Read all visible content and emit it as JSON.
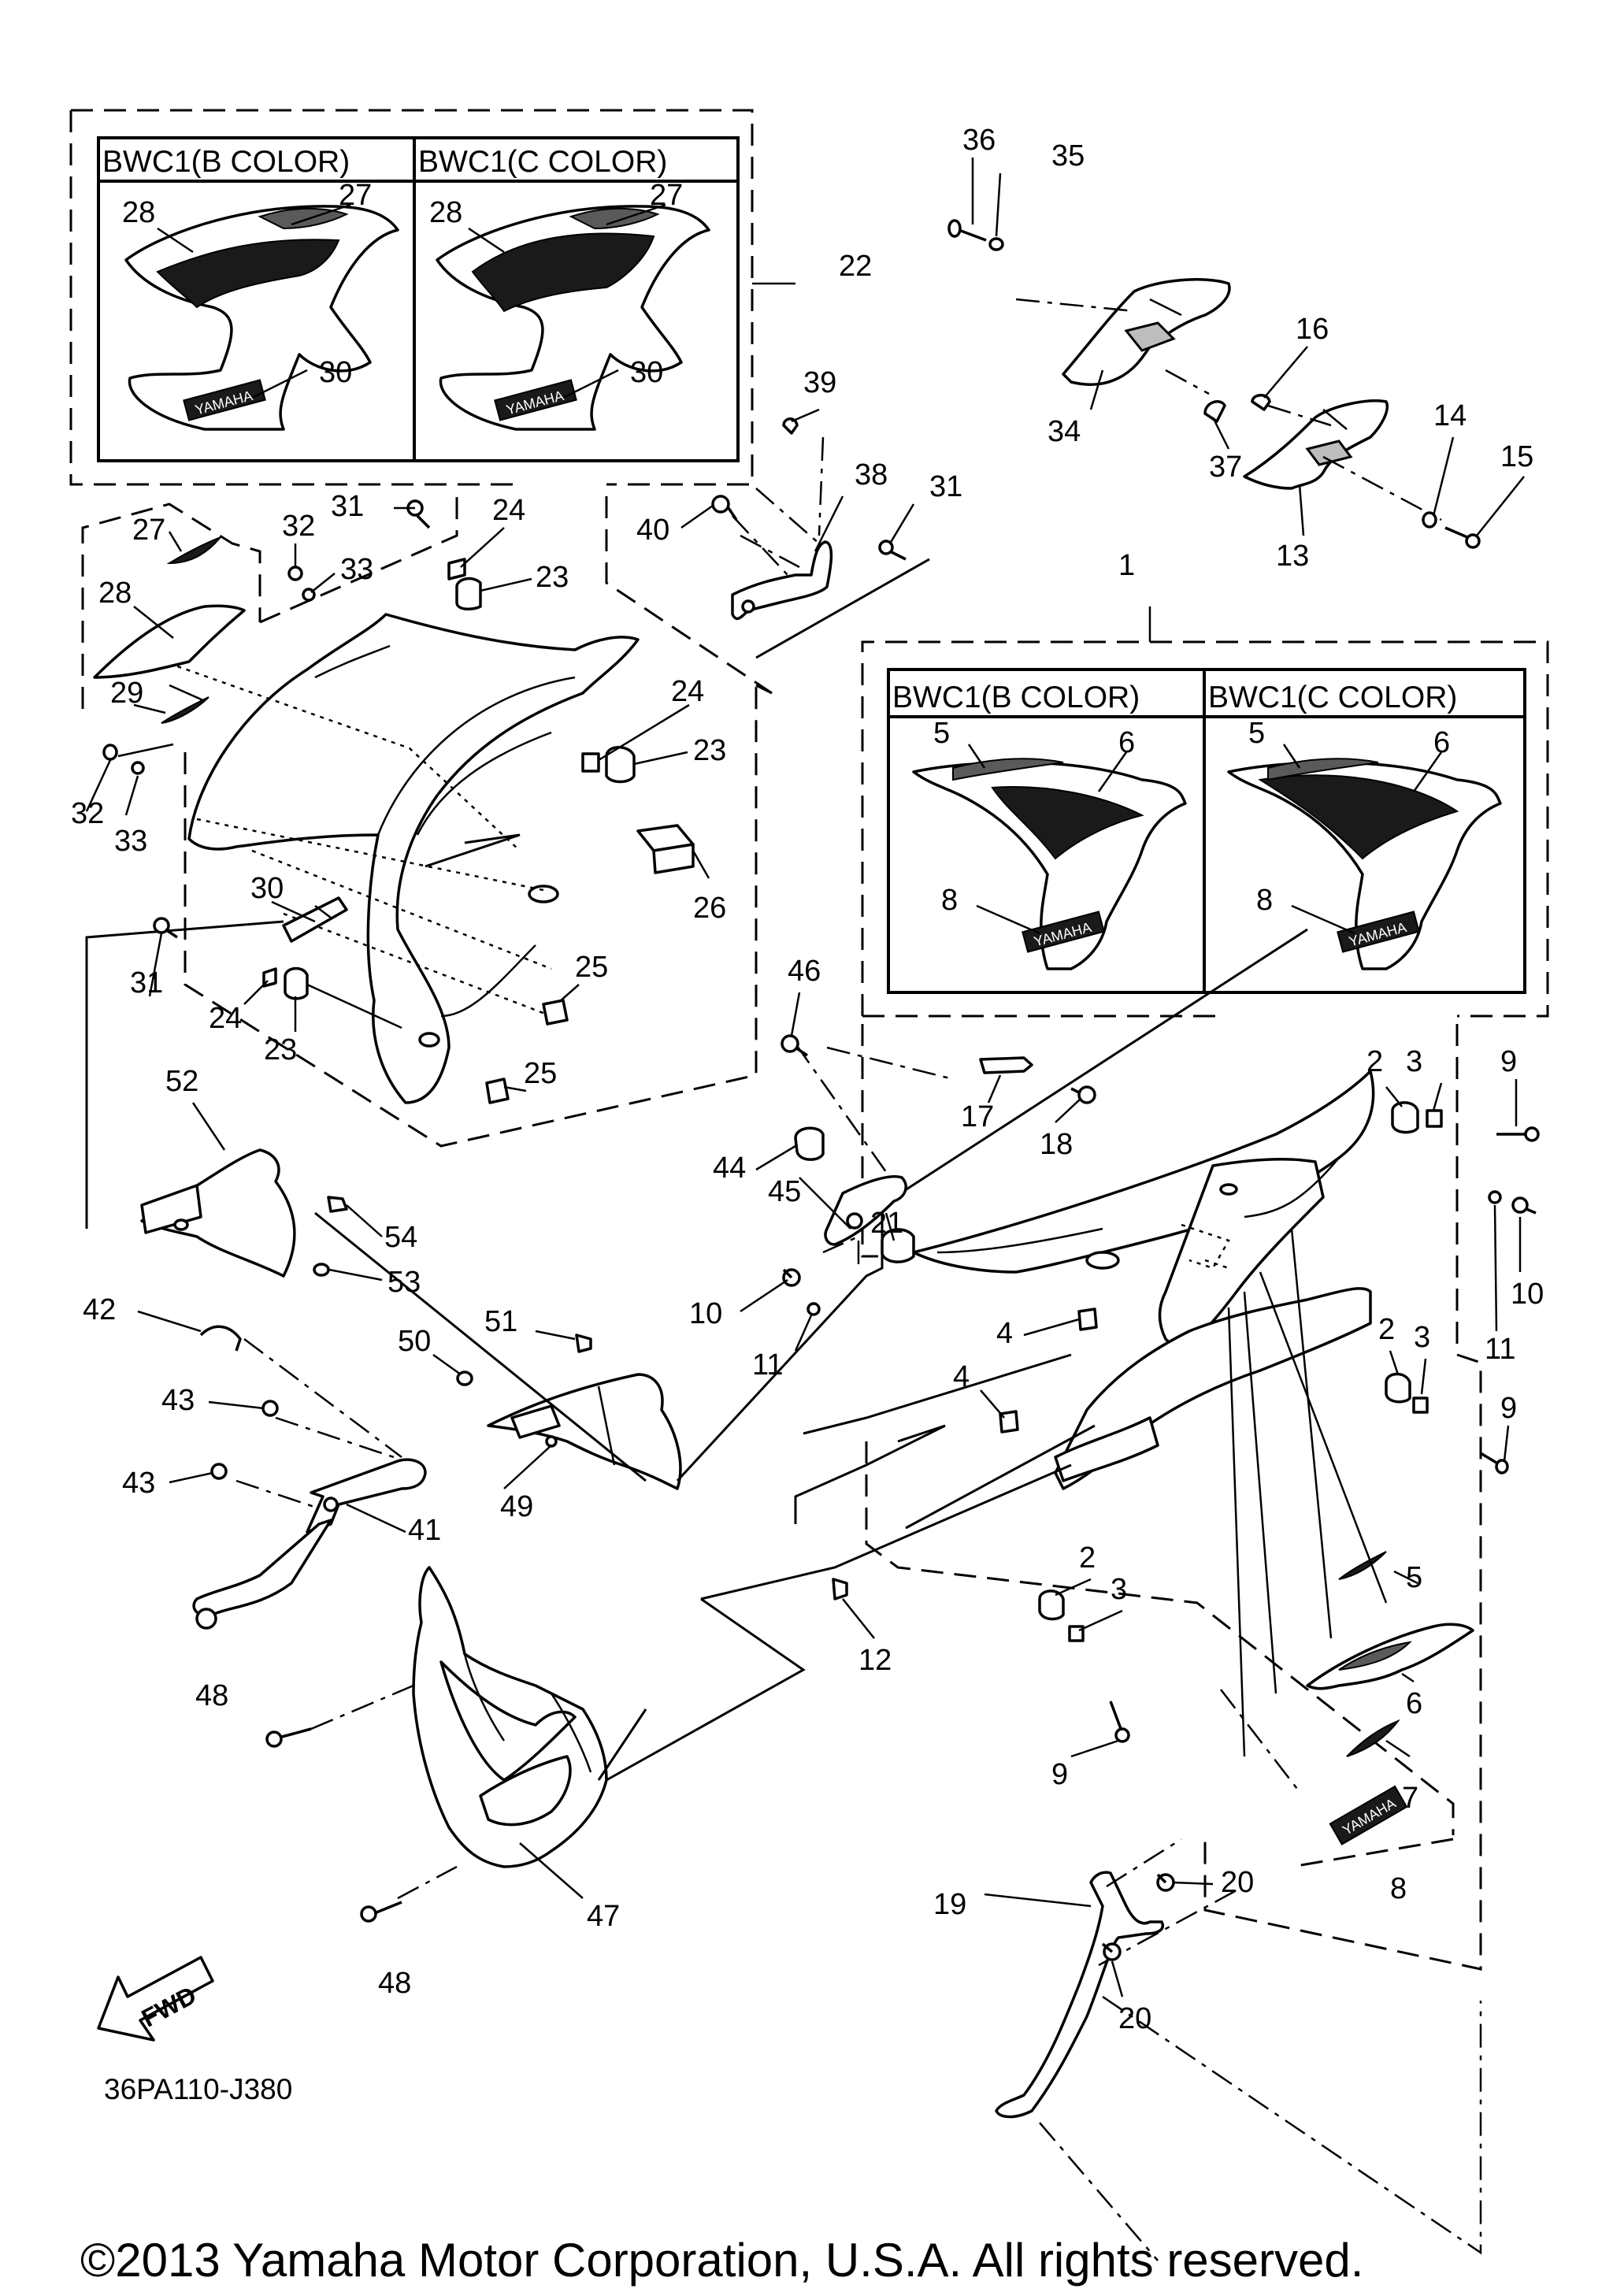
{
  "diagram": {
    "ref_code": "36PA110-J380",
    "copyright": "©2013 Yamaha Motor Corporation, U.S.A. All rights reserved.",
    "fwd_label": "FWD",
    "inset_top": {
      "b_color": "BWC1(B COLOR)",
      "c_color": "BWC1(C COLOR)",
      "decal_text": "YAMAHA"
    },
    "inset_right": {
      "b_color": "BWC1(B COLOR)",
      "c_color": "BWC1(C COLOR)",
      "decal_text": "YAMAHA"
    },
    "callouts": [
      "1",
      "2",
      "3",
      "4",
      "5",
      "6",
      "7",
      "8",
      "9",
      "10",
      "11",
      "12",
      "13",
      "14",
      "15",
      "16",
      "17",
      "18",
      "19",
      "20",
      "21",
      "22",
      "23",
      "24",
      "25",
      "26",
      "27",
      "28",
      "29",
      "30",
      "31",
      "32",
      "33",
      "34",
      "35",
      "36",
      "37",
      "38",
      "39",
      "40",
      "41",
      "42",
      "43",
      "44",
      "45",
      "46",
      "47",
      "48",
      "49",
      "50",
      "51",
      "52",
      "53",
      "54"
    ]
  }
}
